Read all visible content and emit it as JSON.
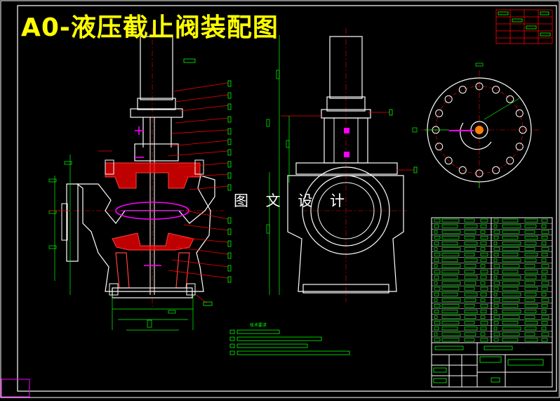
{
  "title": "A0-液压截止阀装配图",
  "watermark": "图 文 设 计",
  "notes_heading": "技术要求",
  "colors": {
    "background": "#000000",
    "title": "#ffff00",
    "linework": "#ffffff",
    "dimension": "#00ff00",
    "leader": "#ff0000",
    "section_fill": "#ff0000",
    "highlight": "#ff00ff",
    "centerline": "#ff0000"
  }
}
